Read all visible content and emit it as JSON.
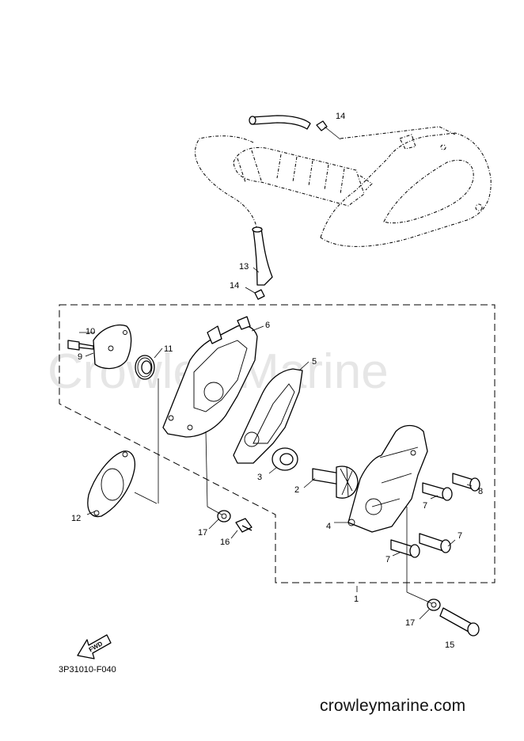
{
  "watermark": "Crowley Marine",
  "diagram_code": "3P31010-F040",
  "website": "crowleymarine.com",
  "fwd_label": "FWD",
  "callouts": {
    "c1": "1",
    "c2": "2",
    "c3": "3",
    "c4": "4",
    "c5": "5",
    "c6": "6",
    "c7a": "7",
    "c7b": "7",
    "c7c": "7",
    "c8": "8",
    "c9": "9",
    "c10": "10",
    "c11": "11",
    "c12": "12",
    "c13": "13",
    "c14a": "14",
    "c14b": "14",
    "c15": "15",
    "c16": "16",
    "c17a": "17",
    "c17b": "17"
  }
}
